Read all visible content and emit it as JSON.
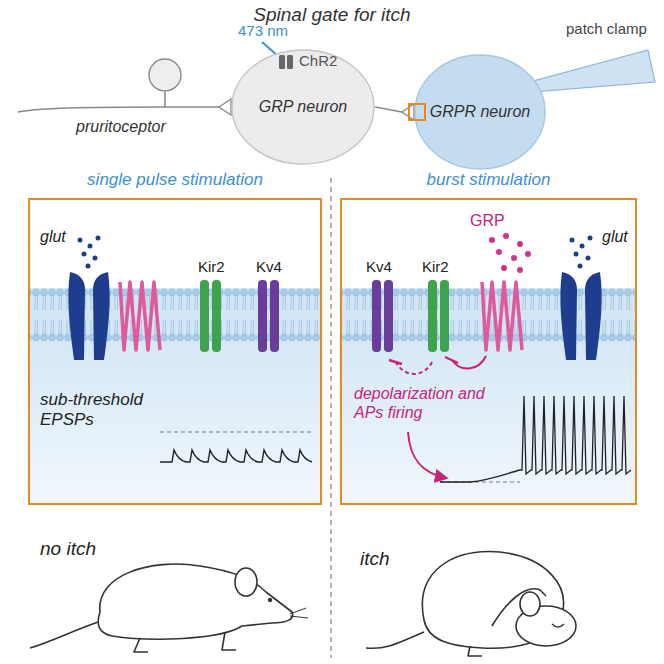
{
  "diagram": {
    "title": "Spinal gate for itch",
    "nodes": [
      {
        "text": [
          "pruritoceptor"
        ]
      },
      {
        "text": [
          "GRP neuron"
        ]
      },
      {
        "text": [
          "GRPR neuron"
        ]
      },
      {
        "text": [
          "single pulse stimulation"
        ]
      },
      {
        "text": [
          "burst stimulation"
        ]
      }
    ],
    "edges": [
      {
        "from": 0,
        "to": 1,
        "arrow": "to"
      },
      {
        "from": 1,
        "to": 2,
        "arrow": "to"
      }
    ],
    "labels": [
      "473 nm",
      "ChR2",
      "patch clamp",
      "glut",
      "Kir2",
      "Kv4",
      "sub-threshold EPSPs",
      "GRP",
      "glut",
      "Kv4",
      "Kir2",
      "depolarization and APs firing",
      "no itch",
      "itch"
    ]
  }
}
